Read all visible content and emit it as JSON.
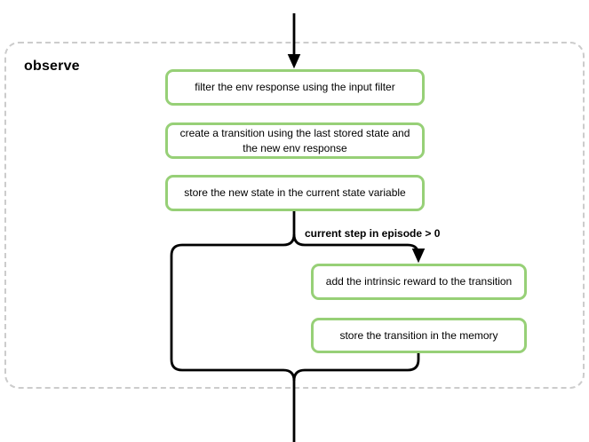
{
  "group": {
    "title": "observe"
  },
  "flow": {
    "main": [
      {
        "label": "filter the env response using the input filter"
      },
      {
        "label": "create a transition using the last stored state and the new env response"
      },
      {
        "label": "store the new state in the current state variable"
      }
    ],
    "condition_label": "current step in episode > 0",
    "branch": [
      {
        "label": "add the intrinsic reward to the transition"
      },
      {
        "label": "store the transition in the memory"
      }
    ]
  },
  "colors": {
    "node_border": "#97d077",
    "node_fill": "#ffffff",
    "connector": "#000000",
    "group_border": "#cccccc",
    "group_fill": "#ffffff",
    "text": "#000000"
  }
}
